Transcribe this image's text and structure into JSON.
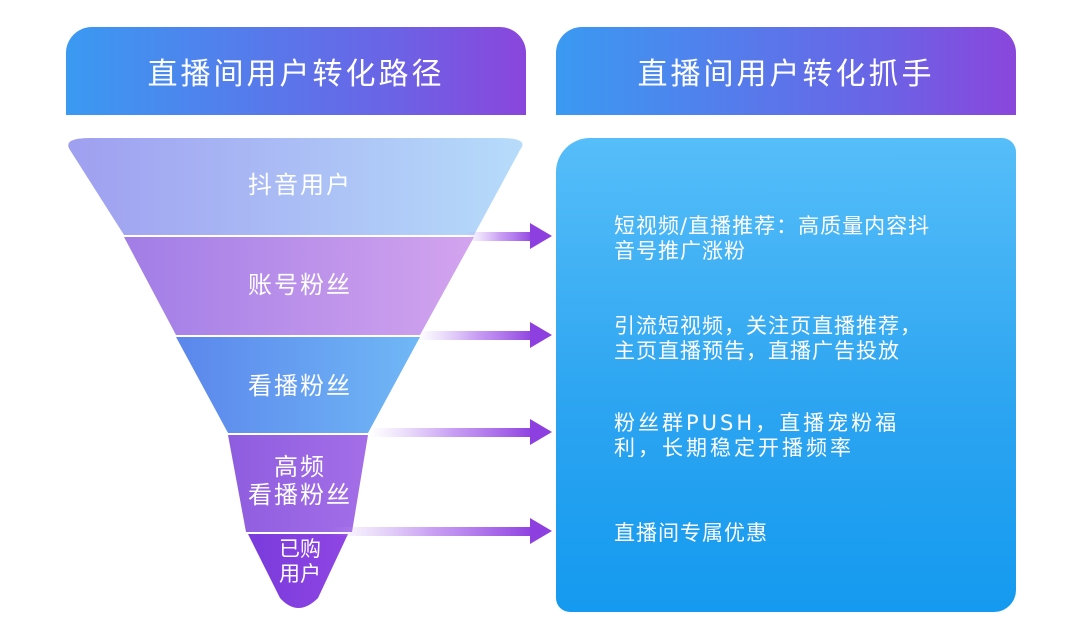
{
  "headers": {
    "left_title": "直播间用户转化路径",
    "right_title": "直播间用户转化抓手"
  },
  "funnel": {
    "levels": [
      {
        "lines": [
          "抖音用户"
        ]
      },
      {
        "lines": [
          "账号粉丝"
        ]
      },
      {
        "lines": [
          "看播粉丝"
        ]
      },
      {
        "lines": [
          "高频",
          "看播粉丝"
        ]
      },
      {
        "lines": [
          "已购",
          "用户"
        ]
      }
    ]
  },
  "hooks": [
    {
      "lines": [
        "短视频/直播推荐：高质量内容抖",
        "音号推广涨粉"
      ]
    },
    {
      "lines": [
        "引流短视频，关注页直播推荐，",
        "主页直播预告，直播广告投放"
      ]
    },
    {
      "lines": [
        "粉丝群PUSH，直播宠粉福",
        "利，长期稳定开播频率"
      ]
    },
    {
      "lines": [
        "直播间专属优惠"
      ]
    }
  ],
  "colors": {
    "header_start": "#3a9af2",
    "header_end": "#8a46dc",
    "panel_top": "#56bef9",
    "panel_bottom": "#149af0",
    "arrow": "#8e3fe0"
  }
}
